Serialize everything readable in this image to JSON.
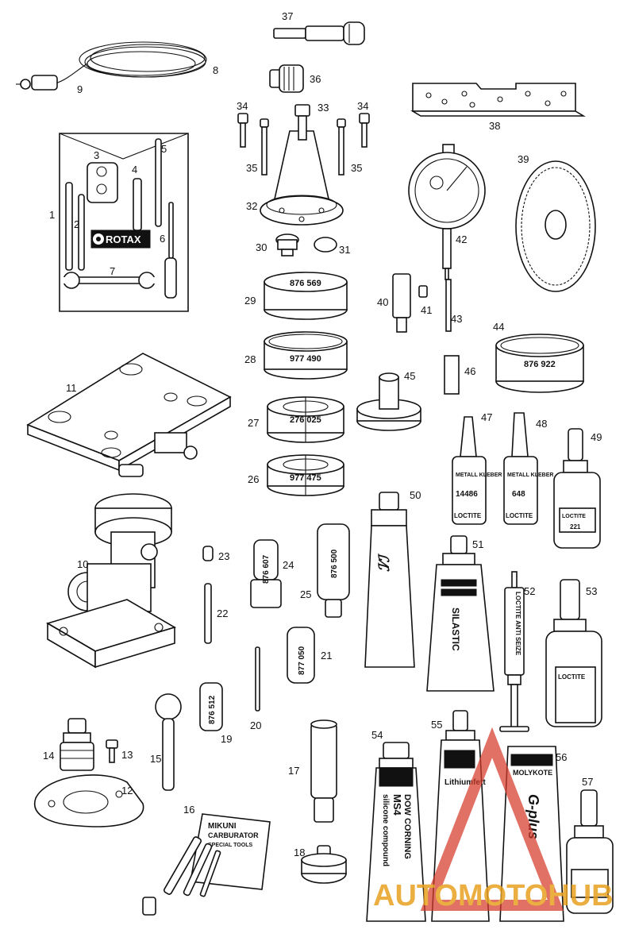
{
  "labels": {
    "l1": "1",
    "l2": "2",
    "l3": "3",
    "l4": "4",
    "l5": "5",
    "l6": "6",
    "l7": "7",
    "l8": "8",
    "l9": "9",
    "l10": "10",
    "l11": "11",
    "l12": "12",
    "l13": "13",
    "l14": "14",
    "l15": "15",
    "l16": "16",
    "l17": "17",
    "l18": "18",
    "l19": "19",
    "l20": "20",
    "l21": "21",
    "l22": "22",
    "l23": "23",
    "l24": "24",
    "l25": "25",
    "l26": "26",
    "l27": "27",
    "l28": "28",
    "l29": "29",
    "l30": "30",
    "l31": "31",
    "l32": "32",
    "l33": "33",
    "l34a": "34",
    "l34b": "34",
    "l35a": "35",
    "l35b": "35",
    "l36": "36",
    "l37": "37",
    "l38": "38",
    "l39": "39",
    "l40": "40",
    "l41": "41",
    "l42": "42",
    "l43": "43",
    "l44": "44",
    "l45": "45",
    "l46": "46",
    "l47": "47",
    "l48": "48",
    "l49": "49",
    "l50": "50",
    "l51": "51",
    "l52": "52",
    "l53": "53",
    "l54": "54",
    "l55": "55",
    "l56": "56",
    "l57": "57"
  },
  "texts": {
    "rotax": "ROTAX",
    "ring29": "876 569",
    "ring28": "977 490",
    "ring27": "276 025",
    "ring26": "977 475",
    "ring44": "876 922",
    "pin24": "876 607",
    "pin25": "876 500",
    "pin21": "877 050",
    "pin19": "876 512",
    "metal_kleber": "METALL KLEBER",
    "code47": "14486",
    "code48": "648",
    "loctite": "LOCTITE",
    "code49": "221",
    "silastic": "SILASTIC",
    "loctite_anti_seize": "LOCTITE ANTI SEIZE",
    "dow_corning": "DOW CORNING",
    "ms4": "MS4",
    "silicone_compound": "silicone compound",
    "lithiumfett": "Lithiumfett",
    "molykote": "MOLYKOTE",
    "g_plus": "G-plus",
    "mikuni": "MIKUNI",
    "carburator": "CARBURATOR",
    "special_tools": "SPECIAL TOOLS",
    "watermark": "AUTOMOTOHUB"
  },
  "colors": {
    "line": "#111111",
    "watermark": "#e8a020",
    "watermark_red": "#d63a2a"
  }
}
